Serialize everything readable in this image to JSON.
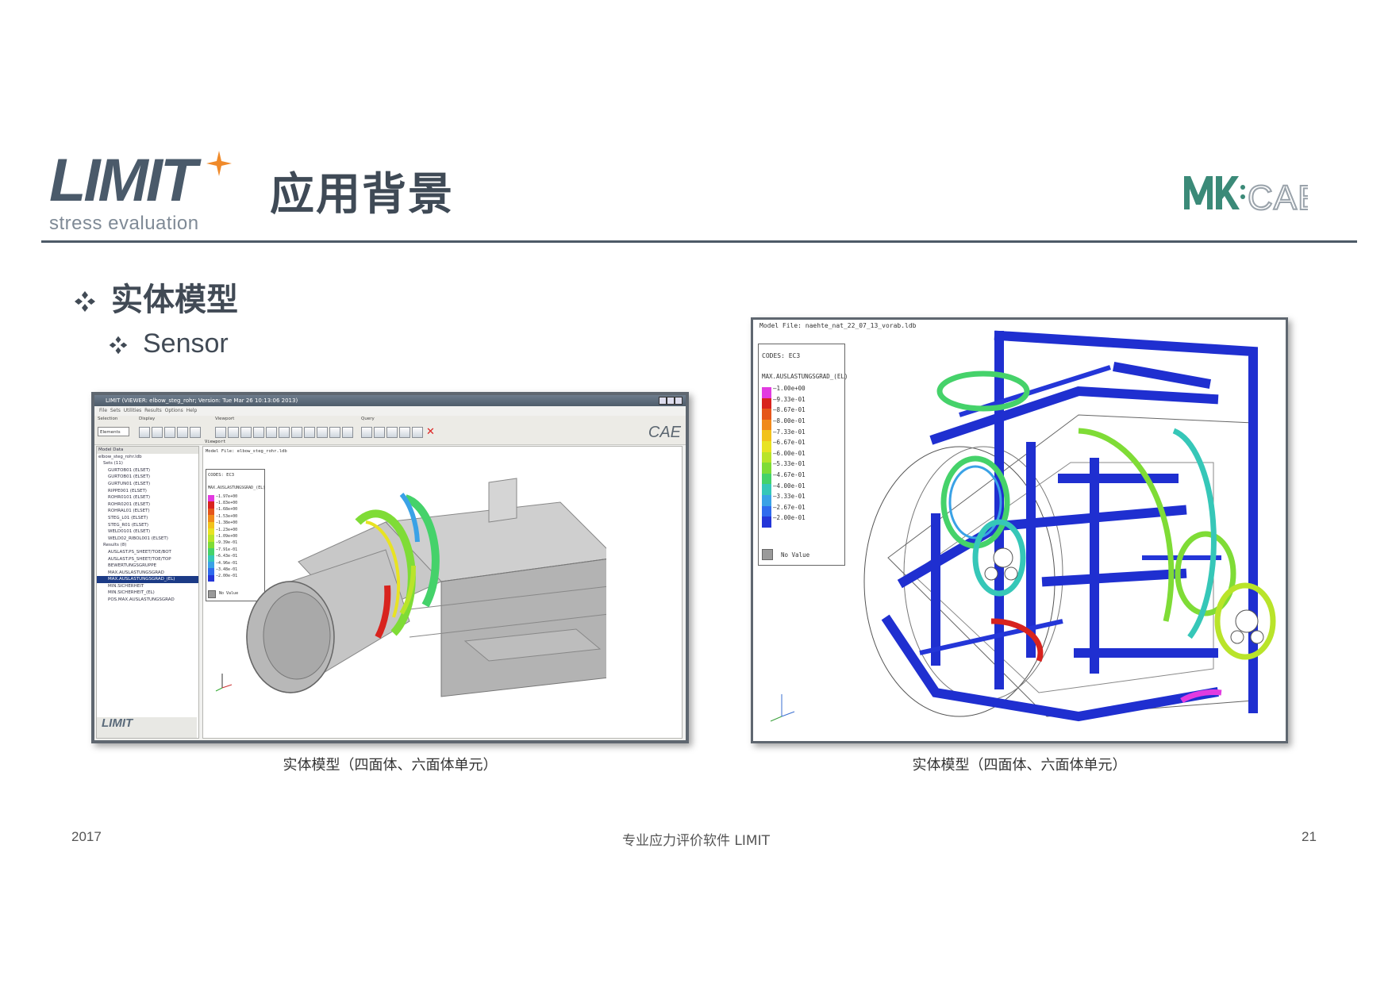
{
  "header": {
    "logo_word": "LIMIT",
    "logo_subtitle": "stress evaluation",
    "title": "应用背景",
    "partner_logo_text": "MKCAE"
  },
  "bullets": {
    "level1": "实体模型",
    "level2": "Sensor"
  },
  "figures": {
    "left": {
      "caption": "实体模型（四面体、六面体单元）",
      "window": {
        "title": "LIMIT (VIEWER: elbow_steg_rohr; Version: Tue Mar 26 10:13:06 2013)",
        "menu": [
          "File",
          "Sets",
          "Utilities",
          "Results",
          "Options",
          "Help"
        ],
        "groups": [
          "Selection",
          "Display",
          "Viewport",
          "Query"
        ],
        "selection_value": "Elements",
        "cae_logo": "CAE",
        "tree_header": "Model Data",
        "tree_items": [
          "elbow_steg_rohr.ldb",
          "Sets (11)",
          "GURTOB01 (ELSET)",
          "GURTOB01 (ELSET)",
          "GURTUN01 (ELSET)",
          "RIPPE001 (ELSET)",
          "ROHR0101 (ELSET)",
          "ROHR0201 (ELSET)",
          "ROHRAL01 (ELSET)",
          "STEG_L01 (ELSET)",
          "STEG_R01 (ELSET)",
          "WELD0101 (ELSET)",
          "WELD02_RIBOL001 (ELSET)",
          "Results (8)",
          "AUSLAST.PS_SHEET/TOE/BOT",
          "AUSLAST.PS_SHEET/TOE/TOP",
          "BEWERTUNGSGRUPPE",
          "MAX.AUSLASTUNGSGRAD",
          "MAX.AUSLASTUNGSGRAD_(EL)",
          "MIN.SICHERHEIT",
          "MIN.SICHERHEIT_(EL)",
          "POS.MAX.AUSLASTUNGSGRAD"
        ],
        "selected_index": 18,
        "viewport_label": "Viewport",
        "model_file": "Model File: elbow_steg_rohr.ldb",
        "codes": "CODES: EC3",
        "result_name": "MAX.AUSLASTUNGSGRAD_(EL)",
        "legend_values": [
          "1.97e+00",
          "1.83e+00",
          "1.68e+00",
          "1.53e+00",
          "1.38e+00",
          "1.23e+00",
          "1.09e+00",
          "9.39e-01",
          "7.91e-01",
          "6.43e-01",
          "4.96e-01",
          "3.48e-01",
          "2.00e-01"
        ],
        "no_value": "No Value",
        "footer_logo": "LIMIT"
      }
    },
    "right": {
      "caption": "实体模型（四面体、六面体单元）",
      "model_file": "Model File: naehte_nat_22_07_13_vorab.ldb",
      "codes": "CODES: EC3",
      "result_name": "MAX.AUSLASTUNGSGRAD_(EL)",
      "legend_values": [
        "1.00e+00",
        "9.33e-01",
        "8.67e-01",
        "8.00e-01",
        "7.33e-01",
        "6.67e-01",
        "6.00e-01",
        "5.33e-01",
        "4.67e-01",
        "4.00e-01",
        "3.33e-01",
        "2.67e-01",
        "2.00e-01"
      ],
      "no_value": "No Value"
    }
  },
  "legend_colors": [
    "#e23be0",
    "#d8231e",
    "#e5561b",
    "#f08a1c",
    "#f2c21c",
    "#e8e323",
    "#b9e42a",
    "#7fdc36",
    "#45d26a",
    "#36c7b8",
    "#3aa2e6",
    "#2f6bee",
    "#2436d8"
  ],
  "footer": {
    "year": "2017",
    "center": "专业应力评价软件 LIMIT",
    "page": "21"
  },
  "colors": {
    "logo_gray": "#4a5a6a",
    "logo_orange": "#f08a2a",
    "mk_green": "#3b8a78",
    "rule": "#4d5a67"
  }
}
